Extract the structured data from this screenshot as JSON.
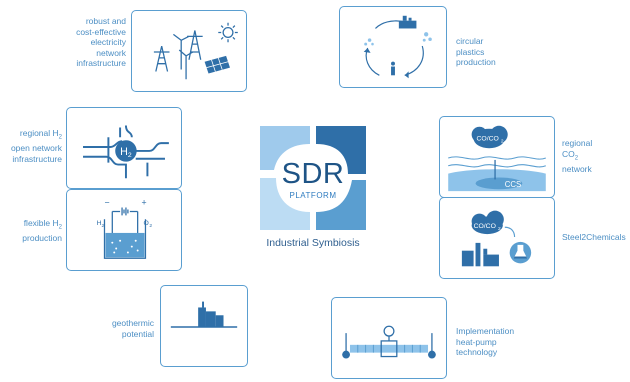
{
  "center": {
    "title": "SDR",
    "subtitle": "PLATFORM",
    "caption": "Industrial Symbiosis"
  },
  "labels": {
    "electricity": "robust and\ncost-effective\nelectricity\nnetwork\ninfrastructure",
    "plastics": "circular\nplastics\nproduction",
    "h2_network_l1": "regional H",
    "h2_network_rest": "open network\ninfrastructure",
    "h2_production_l1": "flexible H",
    "h2_production_rest": "production",
    "co2_network_l1": "regional",
    "co2_network_l2": "CO",
    "co2_network_l3": "network",
    "steel2chemicals": "Steel2Chemicals",
    "geothermic": "geothermic\npotential",
    "heatpump": "Implementation\nheat-pump\ntechnology"
  },
  "icon_text": {
    "h2": "H",
    "h2_sub": "2",
    "co_co2": "CO/CO",
    "co2_sub": "2",
    "ccs": "CCS",
    "h2_elec": "H",
    "o2_elec": "O",
    "minus": "−",
    "plus": "+"
  },
  "colors": {
    "border": "#5a9ed0",
    "text": "#4d8fc4",
    "icon_dark": "#2f6fa8",
    "icon_light": "#8ec3ea",
    "logo_dark": "#1e5486"
  }
}
